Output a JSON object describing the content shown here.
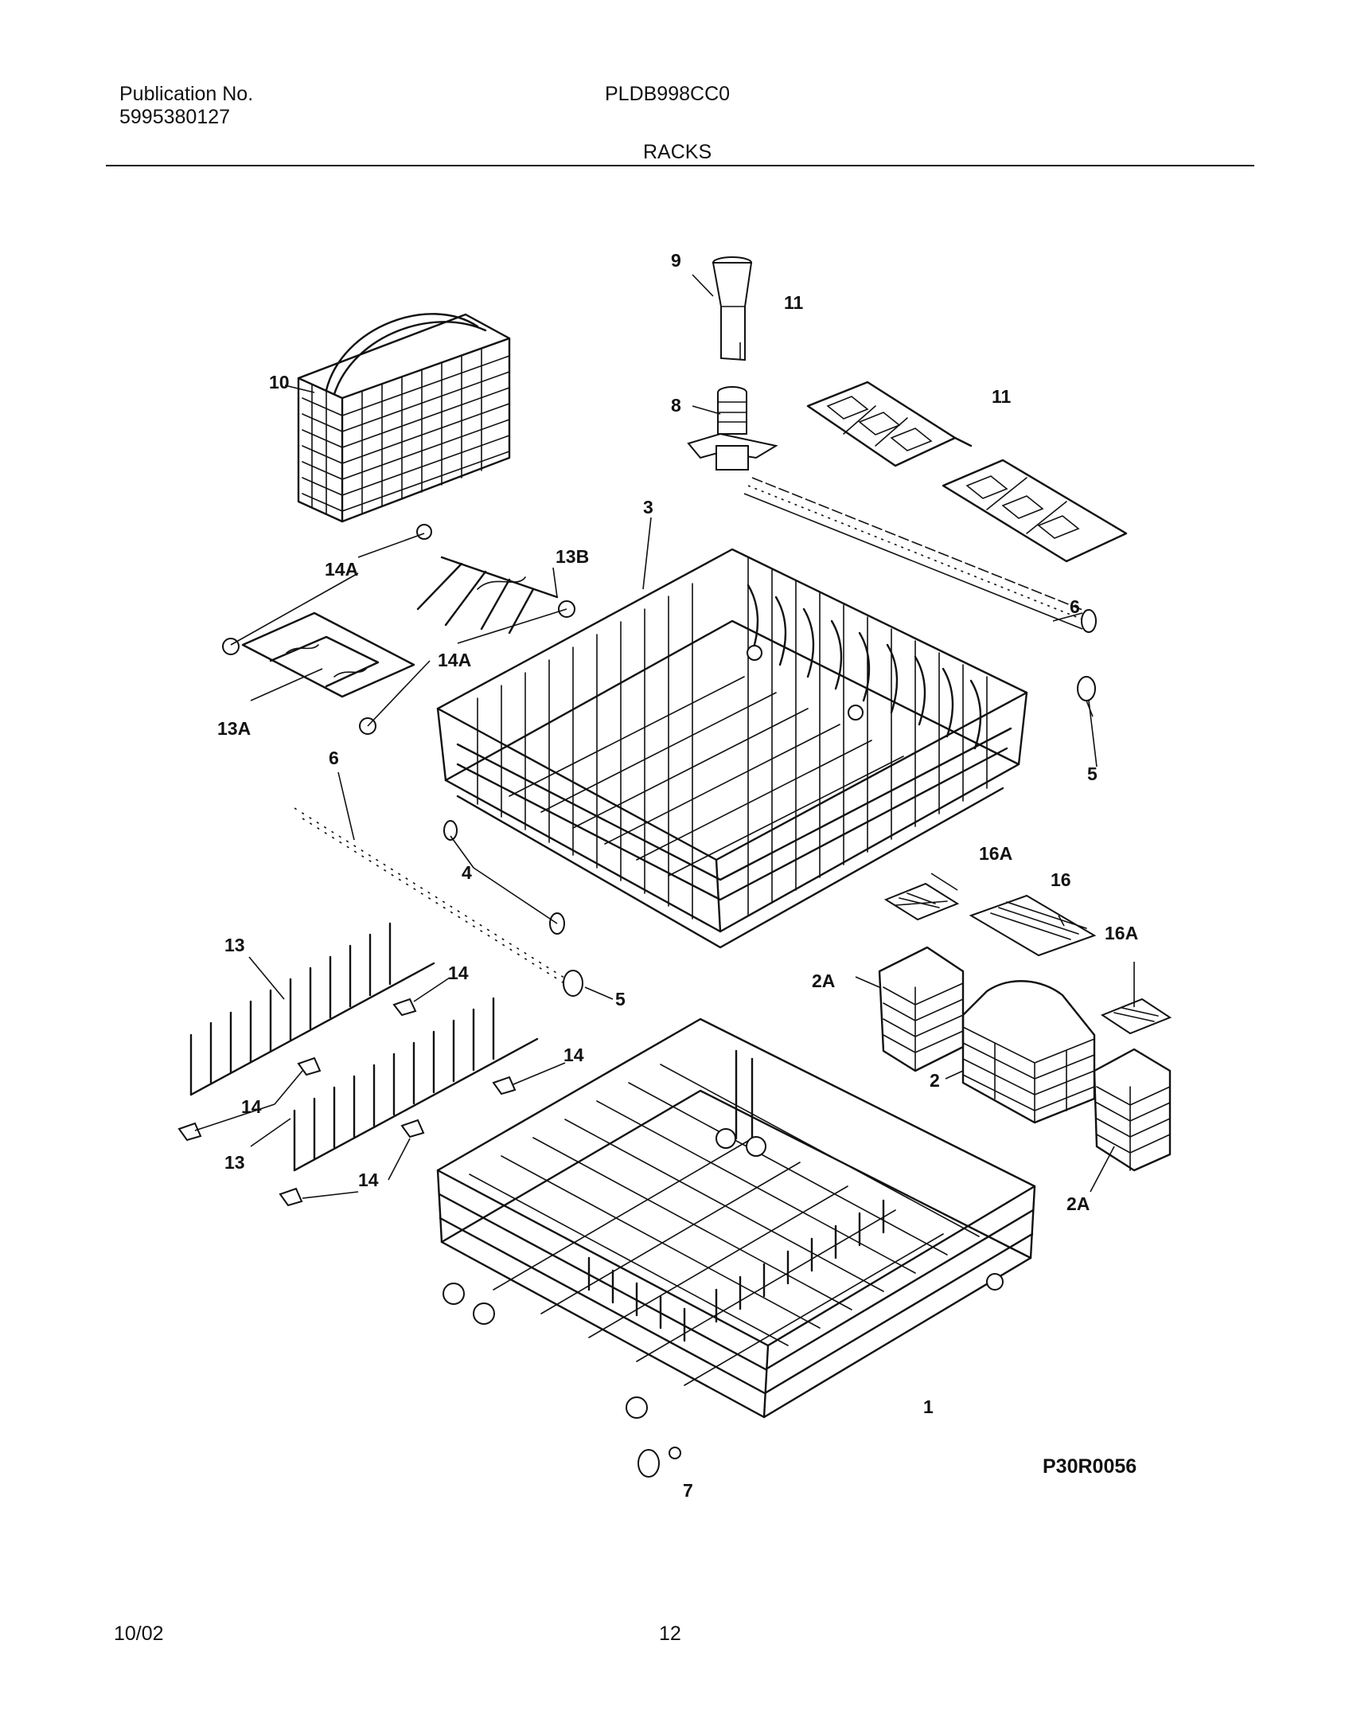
{
  "header": {
    "publication_label": "Publication No.",
    "publication_number": "5995380127",
    "model": "PLDB998CC0",
    "section_title": "RACKS"
  },
  "diagram": {
    "drawing_code": "P30R0056",
    "callouts": {
      "c1": "1",
      "c2": "2",
      "c2a_a": "2A",
      "c2a_b": "2A",
      "c3": "3",
      "c4": "4",
      "c5_a": "5",
      "c5_b": "5",
      "c6_a": "6",
      "c6_b": "6",
      "c7": "7",
      "c8": "8",
      "c9": "9",
      "c10": "10",
      "c11_a": "11",
      "c11_b": "11",
      "c13_a": "13",
      "c13_b": "13",
      "c13a": "13A",
      "c13b": "13B",
      "c14_a": "14",
      "c14_b": "14",
      "c14_c": "14",
      "c14_d": "14",
      "c14a_a": "14A",
      "c14a_b": "14A",
      "c16": "16",
      "c16a_a": "16A",
      "c16a_b": "16A"
    }
  },
  "footer": {
    "date": "10/02",
    "page_number": "12"
  }
}
